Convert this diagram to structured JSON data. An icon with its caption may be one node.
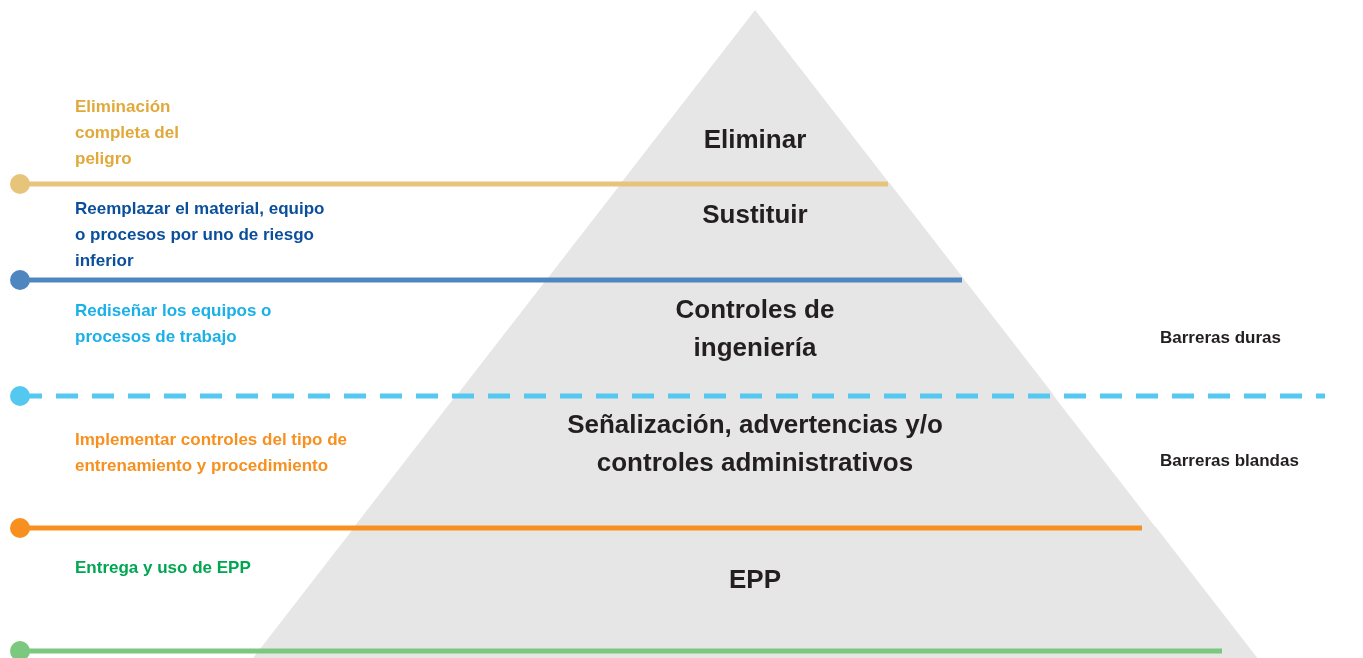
{
  "diagram": {
    "nodes": [
      {
        "text": [
          "Eliminar"
        ]
      },
      {
        "text": [
          "Sustituir"
        ]
      },
      {
        "text": [
          "Controles de ingeniería"
        ]
      },
      {
        "text": [
          "Señalización, advertencias y/o controles administrativos"
        ]
      },
      {
        "text": [
          "EPP"
        ]
      }
    ],
    "labels": [
      "Eliminación completa del peligro",
      "Reemplazar el material, equipo o procesos por uno de riesgo inferior",
      "Rediseñar los equipos o procesos de trabajo",
      "Barreras duras",
      "Implementar controles del tipo de entrenamiento y procedimiento",
      "Barreras blandas",
      "Entrega y uso de EPP"
    ]
  }
}
